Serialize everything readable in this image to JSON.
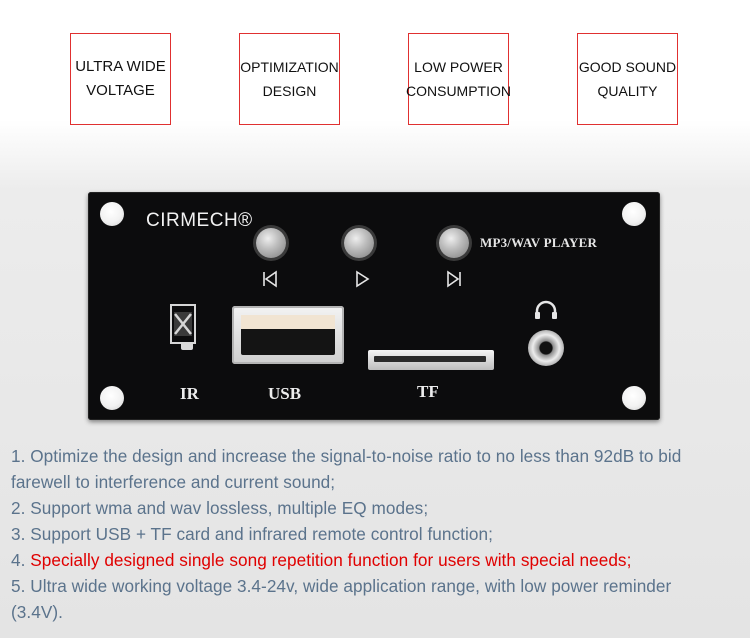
{
  "features": [
    {
      "line1": "ULTRA WIDE",
      "line2": "VOLTAGE"
    },
    {
      "line1": "OPTIMIZATION",
      "line2": "DESIGN"
    },
    {
      "line1": "LOW POWER",
      "line2": "CONSUMPTION"
    },
    {
      "line1": "GOOD SOUND",
      "line2": "QUALITY"
    }
  ],
  "board": {
    "brand": "CIRMECH®",
    "model": "MP3/WAV PLAYER",
    "labels": {
      "ir": "IR",
      "usb": "USB",
      "tf": "TF"
    },
    "icons": [
      "previous-icon",
      "play-icon",
      "next-icon",
      "headphone-icon"
    ]
  },
  "description": [
    {
      "num": "1.",
      "text": " Optimize the design and increase the signal-to-noise ratio to no less than 92dB to bid"
    },
    {
      "num": "",
      "text": "farewell to interference and current sound;"
    },
    {
      "num": "2.",
      "text": " Support wma and wav lossless, multiple EQ modes;"
    },
    {
      "num": "3.",
      "text": " Support USB + TF card and infrared remote control function;"
    },
    {
      "num": "4.",
      "text": " Specially designed single song repetition function for users with special needs;"
    },
    {
      "num": "5.",
      "text": " Ultra wide working voltage 3.4-24v, wide application range, with low power reminder"
    },
    {
      "num": "",
      "text": "(3.4V)."
    }
  ],
  "colors": {
    "accent_red": "#e00000",
    "text_blue": "#5b738c",
    "box_border": "#e03030"
  }
}
